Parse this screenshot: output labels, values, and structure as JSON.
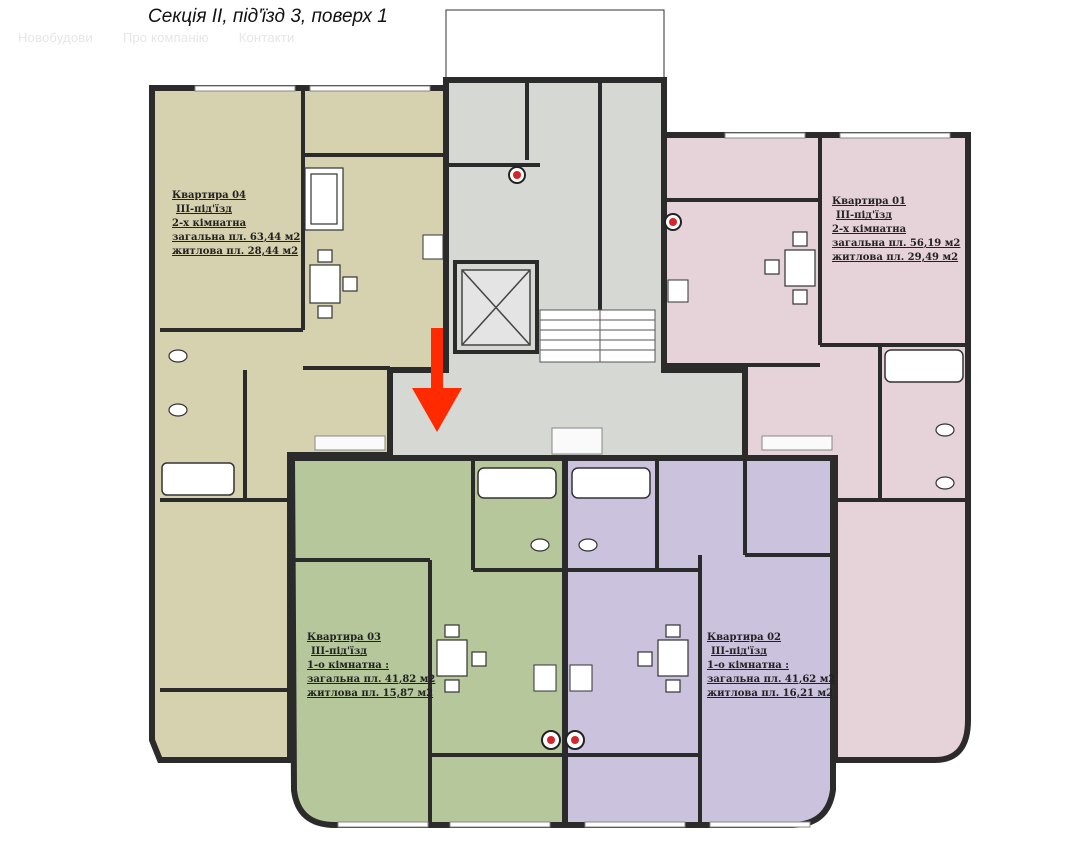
{
  "page": {
    "title": "Секція II, під'їзд 3, поверх 1",
    "nav": [
      "Новобудови",
      "Про компанію",
      "Контакти"
    ]
  },
  "colors": {
    "apt04": "#d6d2b0",
    "apt01": "#e6d3d9",
    "apt03": "#b6c79c",
    "apt02": "#cbc2de",
    "common": "#d6d8d3",
    "wall": "#2b2b2b",
    "arrow": "#ff2a00"
  },
  "apartments": [
    {
      "id": "apt04",
      "name": "Квартира 04",
      "entrance": "III-під'їзд",
      "rooms": "2-х кімнатна",
      "total_area": "загальна пл. 63,44 м2",
      "living_area": "житлова пл. 28,44 м2"
    },
    {
      "id": "apt01",
      "name": "Квартира 01",
      "entrance": "III-під'їзд",
      "rooms": "2-х кімнатна",
      "total_area": "загальна пл. 56,19 м2",
      "living_area": "житлова пл. 29,49 м2"
    },
    {
      "id": "apt03",
      "name": "Квартира 03",
      "entrance": "III-під'їзд",
      "rooms": "1-о кімнатна :",
      "total_area": "загальна пл. 41,82 м2",
      "living_area": "житлова пл. 15,87 м2"
    },
    {
      "id": "apt02",
      "name": "Квартира 02",
      "entrance": "III-під'їзд",
      "rooms": "1-о кімнатна :",
      "total_area": "загальна пл. 41,62 м2",
      "living_area": "житлова пл. 16,21 м2"
    }
  ]
}
